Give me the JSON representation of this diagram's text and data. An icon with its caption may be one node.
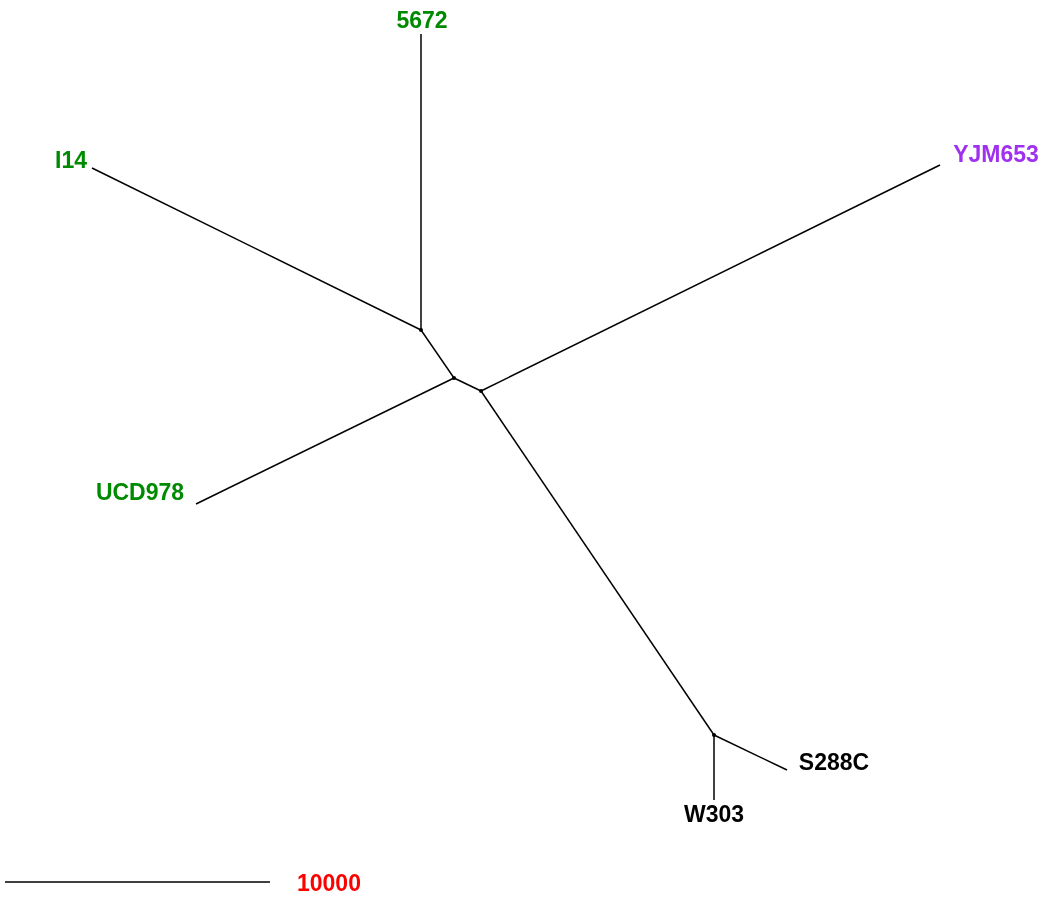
{
  "diagram": {
    "nodes": [
      {
        "text": [
          "5672"
        ]
      },
      {
        "text": [
          "I14"
        ]
      },
      {
        "text": [
          "YJM653"
        ]
      },
      {
        "text": [],
        "shape": "point"
      },
      {
        "text": [],
        "shape": "point"
      },
      {
        "text": [],
        "shape": "point"
      },
      {
        "text": [
          "UCD978"
        ]
      },
      {
        "text": [],
        "shape": "point"
      },
      {
        "text": [
          "S288C"
        ]
      },
      {
        "text": [
          "W303"
        ]
      }
    ],
    "edges": [
      {
        "from": 0,
        "to": 3,
        "arrow": "none"
      },
      {
        "from": 1,
        "to": 3,
        "arrow": "none"
      },
      {
        "from": 3,
        "to": 4,
        "arrow": "none"
      },
      {
        "from": 4,
        "to": 6,
        "arrow": "none"
      },
      {
        "from": 4,
        "to": 5,
        "arrow": "none"
      },
      {
        "from": 5,
        "to": 2,
        "arrow": "none"
      },
      {
        "from": 5,
        "to": 7,
        "arrow": "none"
      },
      {
        "from": 7,
        "to": 8,
        "arrow": "none"
      },
      {
        "from": 7,
        "to": 9,
        "arrow": "none"
      }
    ],
    "labels": [
      "10000"
    ]
  }
}
